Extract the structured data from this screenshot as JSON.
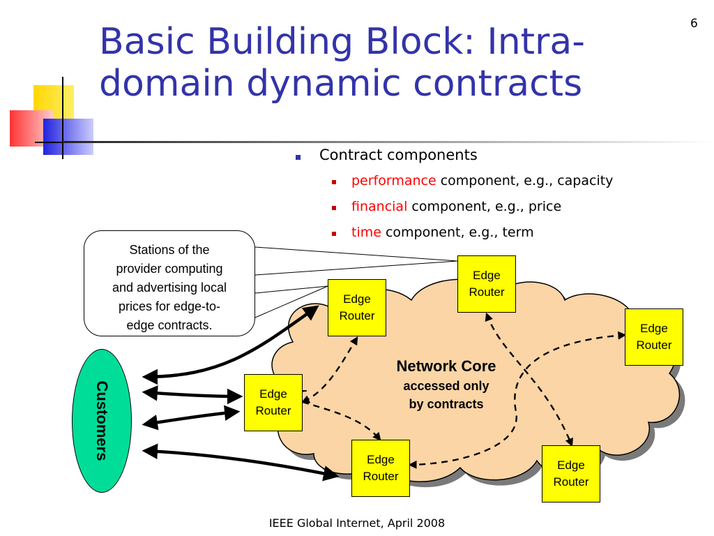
{
  "slide": {
    "page_number": "6",
    "title_line1": "Basic Building Block: Intra-",
    "title_line2": "domain dynamic contracts",
    "footer": "IEEE Global Internet, April 2008"
  },
  "bullets": {
    "main": "Contract components",
    "sub": [
      {
        "highlight": "performance",
        "rest": " component, e.g., capacity"
      },
      {
        "highlight": "financial",
        "rest": " component, e.g., price"
      },
      {
        "highlight": "time",
        "rest": " component, e.g., term"
      }
    ]
  },
  "diagram": {
    "callout": {
      "lines": [
        "Stations of the",
        "provider computing",
        "and advertising local",
        "prices for edge-to-",
        "edge contracts."
      ]
    },
    "network_core": {
      "title": "Network Core",
      "subtitle_line1": "accessed only",
      "subtitle_line2": "by contracts",
      "fill_color": "#fbd5a6"
    },
    "customers": {
      "label": "Customers",
      "fill_color": "#00dd99"
    },
    "routers": [
      {
        "line1": "Edge",
        "line2": "Router"
      },
      {
        "line1": "Edge",
        "line2": "Router"
      },
      {
        "line1": "Edge",
        "line2": "Router"
      },
      {
        "line1": "Edge",
        "line2": "Router"
      },
      {
        "line1": "Edge",
        "line2": "Router"
      },
      {
        "line1": "Edge",
        "line2": "Router"
      }
    ],
    "router_color": "#ffff00"
  },
  "colors": {
    "title": "#3333aa",
    "highlight": "#ff0000",
    "accent_yellow": "#ffd700",
    "accent_red": "#ff3333",
    "accent_blue": "#2222dd"
  }
}
